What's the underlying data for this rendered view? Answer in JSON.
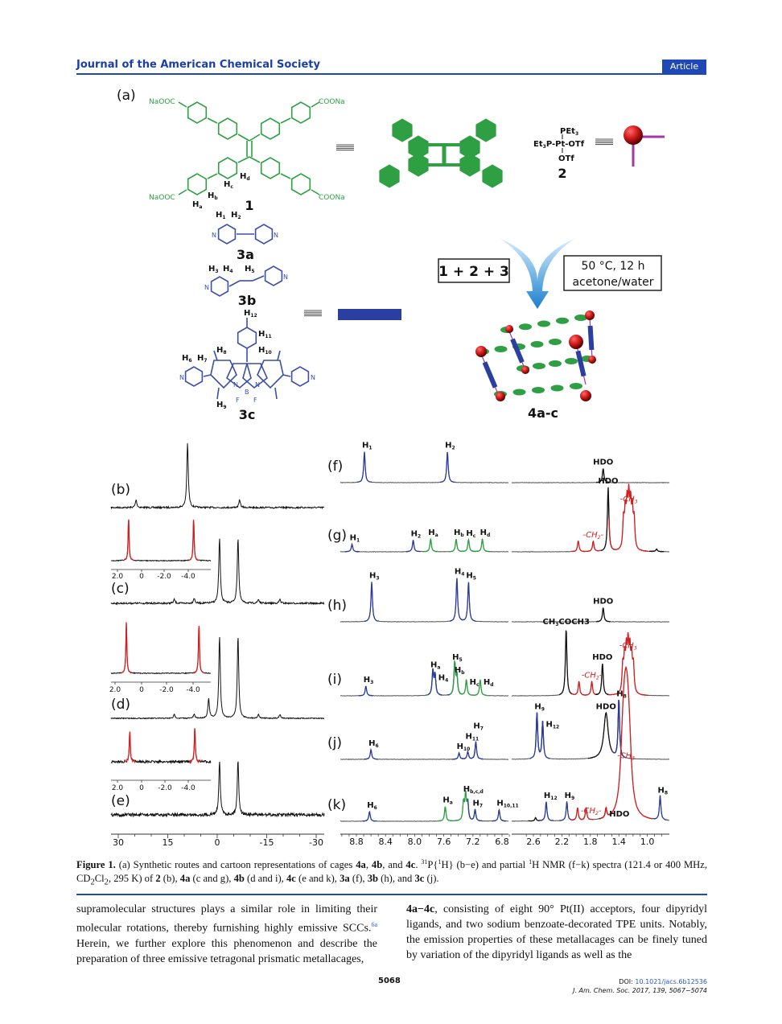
{
  "header": {
    "journal": "Journal of the American Chemical Society",
    "article_type": "Article"
  },
  "figure": {
    "panel_a": {
      "label": "(a)",
      "compound1": {
        "groups": [
          "NaOOC",
          "COONa",
          "NaOOC",
          "COONa"
        ],
        "protons": [
          {
            "t": "H",
            "s": "a"
          },
          {
            "t": "H",
            "s": "b"
          },
          {
            "t": "H",
            "s": "c"
          },
          {
            "t": "H",
            "s": "d"
          }
        ],
        "number": "1"
      },
      "compound2": {
        "line1": "PEt",
        "line1_sub": "3",
        "line2": "Et",
        "line2_sub": "3",
        "line2_rest": "P-Pt-OTf",
        "line3": "OTf",
        "number": "2"
      },
      "compound3a": {
        "protons": [
          {
            "t": "H",
            "s": "1"
          },
          {
            "t": "H",
            "s": "2"
          }
        ],
        "number": "3a",
        "atoms": [
          "N",
          "N"
        ]
      },
      "compound3b": {
        "protons": [
          {
            "t": "H",
            "s": "3"
          },
          {
            "t": "H",
            "s": "4"
          },
          {
            "t": "H",
            "s": "5"
          }
        ],
        "number": "3b",
        "atoms": [
          "N",
          "N"
        ]
      },
      "compound3c": {
        "protons": [
          {
            "t": "H",
            "s": "12"
          },
          {
            "t": "H",
            "s": "11"
          },
          {
            "t": "H",
            "s": "10"
          },
          {
            "t": "H",
            "s": "8"
          },
          {
            "t": "H",
            "s": "6"
          },
          {
            "t": "H",
            "s": "7"
          },
          {
            "t": "H",
            "s": "9"
          }
        ],
        "number": "3c",
        "atoms": [
          "N",
          "N",
          "N",
          "B",
          "N",
          "F",
          "F"
        ]
      },
      "reaction_box": "1 + 2 + 3",
      "conditions": [
        "50 °C, 12 h",
        "acetone/water"
      ],
      "product": "4a-c",
      "colors": {
        "tpe": "#2ea043",
        "pyridyl": "#3b4fa8",
        "pt": "#d41e1e",
        "linker": "#a03aa0",
        "arrow": "#2a8fd6"
      }
    },
    "p31_spectra": {
      "axis_ticks": [
        "30",
        "15",
        "0",
        "-15",
        "-30"
      ],
      "inset_ticks": [
        "2.0",
        "0",
        "-2.0",
        "-4.0"
      ],
      "traces": [
        {
          "label": "(b)",
          "peaks": [
            {
              "ppm": 9.0,
              "h": 1.0
            },
            {
              "ppm": 24.6,
              "h": 0.12
            },
            {
              "ppm": -6.8,
              "h": 0.12
            }
          ],
          "noise": 2
        },
        {
          "label": "(c)",
          "peaks": [
            {
              "ppm": -0.7,
              "h": 1.02
            },
            {
              "ppm": -6.3,
              "h": 1.02
            },
            {
              "ppm": 7,
              "h": 0.08
            },
            {
              "ppm": 13,
              "h": 0.06
            },
            {
              "ppm": -12.5,
              "h": 0.06
            },
            {
              "ppm": -19,
              "h": 0.06
            }
          ],
          "noise": 2,
          "inset": {
            "peaks": [
              {
                "ppm": 1.1,
                "h": 0.68,
                "color": "#d41e1e"
              },
              {
                "ppm": -4.4,
                "h": 0.68,
                "color": "#d41e1e"
              }
            ]
          }
        },
        {
          "label": "(d)",
          "peaks": [
            {
              "ppm": -0.7,
              "h": 1.28
            },
            {
              "ppm": -6.3,
              "h": 1.28
            },
            {
              "ppm": 2.6,
              "h": 0.3
            },
            {
              "ppm": 7,
              "h": 0.06
            },
            {
              "ppm": 13,
              "h": 0.06
            },
            {
              "ppm": -12.5,
              "h": 0.06
            },
            {
              "ppm": -19,
              "h": 0.06
            }
          ],
          "noise": 1.2,
          "inset": {
            "peaks": [
              {
                "ppm": 1.17,
                "h": 0.8,
                "color": "#d41e1e"
              },
              {
                "ppm": -4.4,
                "h": 0.8,
                "color": "#d41e1e"
              }
            ]
          }
        },
        {
          "label": "(e)",
          "peaks": [
            {
              "ppm": -0.7,
              "h": 0.85
            },
            {
              "ppm": -6.3,
              "h": 0.85
            }
          ],
          "noise": 4,
          "inset": {
            "peaks": [
              {
                "ppm": 1.0,
                "h": 0.5,
                "color": "#d41e1e"
              },
              {
                "ppm": -4.5,
                "h": 0.55,
                "color": "#d41e1e"
              }
            ]
          }
        }
      ]
    },
    "h1_spectra": {
      "axis_ticks_aromatic": [
        "8.8",
        "8.4",
        "8.0",
        "7.6",
        "7.2",
        "6.8"
      ],
      "axis_ticks_aliphatic": [
        "2.6",
        "2.2",
        "1.8",
        "1.4",
        "1.0"
      ],
      "traces": [
        {
          "label": "(f)",
          "peaks": [
            {
              "ppm": 8.69,
              "h": 0.48,
              "color": "#2b3a9e",
              "label": "H",
              "sub": "1"
            },
            {
              "ppm": 7.55,
              "h": 0.48,
              "color": "#2b3a9e",
              "label": "H",
              "sub": "2"
            },
            {
              "ppm": 1.62,
              "h": 0.22,
              "color": "#111111",
              "label": "HDO",
              "sub": ""
            }
          ]
        },
        {
          "label": "(g)",
          "peaks": [
            {
              "ppm": 8.86,
              "h": 0.12,
              "color": "#2b3a9e",
              "label": "H",
              "sub": "1"
            },
            {
              "ppm": 8.02,
              "h": 0.18,
              "color": "#2b3a9e",
              "label": "H",
              "sub": "2"
            },
            {
              "ppm": 7.78,
              "h": 0.2,
              "color": "#2ea043",
              "label": "H",
              "sub": "a"
            },
            {
              "ppm": 7.43,
              "h": 0.2,
              "color": "#2ea043",
              "label": "H",
              "sub": "b"
            },
            {
              "ppm": 7.26,
              "h": 0.19,
              "color": "#2ea043",
              "label": "H",
              "sub": "c"
            },
            {
              "ppm": 7.07,
              "h": 0.2,
              "color": "#2ea043",
              "label": "H",
              "sub": "d"
            },
            {
              "ppm": 1.97,
              "h": 0.17,
              "color": "#d41e1e",
              "label": "",
              "sub": ""
            },
            {
              "ppm": 1.76,
              "h": 0.16,
              "color": "#d41e1e",
              "label": "-CH",
              "sub": "2",
              "tail": "-",
              "italic": true
            },
            {
              "ppm": 1.55,
              "h": 1.0,
              "color": "#111111",
              "label": "HDO",
              "sub": ""
            },
            {
              "ppm": 1.26,
              "h": 0.72,
              "color": "#d41e1e",
              "label": "-CH",
              "sub": "3",
              "italic": true,
              "mult": 7
            },
            {
              "ppm": 0.87,
              "h": 0.04,
              "color": "#111111",
              "label": "",
              "sub": ""
            }
          ]
        },
        {
          "label": "(h)",
          "peaks": [
            {
              "ppm": 8.59,
              "h": 0.62,
              "color": "#2b3a9e",
              "label": "H",
              "sub": "3"
            },
            {
              "ppm": 7.42,
              "h": 0.68,
              "color": "#2b3a9e",
              "label": "H",
              "sub": "4"
            },
            {
              "ppm": 7.26,
              "h": 0.62,
              "color": "#2b3a9e",
              "label": "H",
              "sub": "5"
            },
            {
              "ppm": 1.62,
              "h": 0.22,
              "color": "#111111",
              "label": "HDO",
              "sub": ""
            }
          ]
        },
        {
          "label": "(i)",
          "peaks": [
            {
              "ppm": 8.67,
              "h": 0.15,
              "color": "#2b3a9e",
              "label": "H",
              "sub": "3"
            },
            {
              "ppm": 7.75,
              "h": 0.38,
              "color": "#2ea043",
              "label": "H",
              "sub": "a"
            },
            {
              "ppm": 7.72,
              "h": 0.32,
              "color": "#2b3a9e",
              "label": "H",
              "sub": "4"
            },
            {
              "ppm": 7.45,
              "h": 0.5,
              "color": "#2b3a9e",
              "label": "H",
              "sub": "5"
            },
            {
              "ppm": 7.42,
              "h": 0.3,
              "color": "#2ea043",
              "label": "H",
              "sub": "b"
            },
            {
              "ppm": 7.29,
              "h": 0.25,
              "color": "#2ea043",
              "label": "H",
              "sub": "c"
            },
            {
              "ppm": 7.1,
              "h": 0.25,
              "color": "#2ea043",
              "label": "H",
              "sub": "d"
            },
            {
              "ppm": 2.14,
              "h": 1.05,
              "color": "#111111",
              "label": "CH",
              "sub": "3",
              "tail": "COCH3"
            },
            {
              "ppm": 1.96,
              "h": 0.22,
              "color": "#d41e1e",
              "label": "",
              "sub": ""
            },
            {
              "ppm": 1.78,
              "h": 0.22,
              "color": "#d41e1e",
              "label": "-CH",
              "sub": "2",
              "tail": "-",
              "italic": true
            },
            {
              "ppm": 1.63,
              "h": 0.5,
              "color": "#111111",
              "label": "HDO",
              "sub": ""
            },
            {
              "ppm": 1.27,
              "h": 0.68,
              "color": "#d41e1e",
              "label": "-CH",
              "sub": "3",
              "italic": true,
              "mult": 7
            }
          ]
        },
        {
          "label": "(j)",
          "peaks": [
            {
              "ppm": 8.6,
              "h": 0.15,
              "color": "#2b3a9e",
              "label": "H",
              "sub": "6"
            },
            {
              "ppm": 7.39,
              "h": 0.1,
              "color": "#2b3a9e",
              "label": "H",
              "sub": "10"
            },
            {
              "ppm": 7.27,
              "h": 0.12,
              "color": "#2b3a9e",
              "label": "H",
              "sub": "11"
            },
            {
              "ppm": 7.16,
              "h": 0.28,
              "color": "#2b3a9e",
              "label": "H",
              "sub": "7"
            },
            {
              "ppm": 2.55,
              "h": 0.72,
              "color": "#2b3a9e",
              "label": "H",
              "sub": "9"
            },
            {
              "ppm": 2.47,
              "h": 0.58,
              "color": "#2b3a9e",
              "label": "H",
              "sub": "12"
            },
            {
              "ppm": 1.58,
              "h": 0.72,
              "color": "#111111",
              "label": "HDO",
              "sub": "",
              "broad": true
            },
            {
              "ppm": 1.4,
              "h": 0.92,
              "color": "#2b3a9e",
              "label": "H",
              "sub": "8"
            }
          ]
        },
        {
          "label": "(k)",
          "peaks": [
            {
              "ppm": 8.62,
              "h": 0.15,
              "color": "#2b3a9e",
              "label": "H",
              "sub": "6"
            },
            {
              "ppm": 7.58,
              "h": 0.23,
              "color": "#2ea043",
              "label": "H",
              "sub": "a"
            },
            {
              "ppm": 7.3,
              "h": 0.4,
              "color": "#2ea043",
              "label": "H",
              "sub": "b,c,d",
              "mult": 3
            },
            {
              "ppm": 7.17,
              "h": 0.18,
              "color": "#2b3a9e",
              "label": "H",
              "sub": "7"
            },
            {
              "ppm": 6.84,
              "h": 0.18,
              "color": "#2b3a9e",
              "label": "H",
              "sub": "10,11"
            },
            {
              "ppm": 2.57,
              "h": 0.05,
              "color": "#111111",
              "label": "",
              "sub": ""
            },
            {
              "ppm": 2.42,
              "h": 0.3,
              "color": "#2b3a9e",
              "label": "H",
              "sub": "12"
            },
            {
              "ppm": 2.13,
              "h": 0.3,
              "color": "#2b3a9e",
              "label": "H",
              "sub": "9"
            },
            {
              "ppm": 1.98,
              "h": 0.2,
              "color": "#d41e1e",
              "label": "-CH",
              "sub": "2",
              "tail": "-",
              "italic": true
            },
            {
              "ppm": 1.86,
              "h": 0.2,
              "color": "#d41e1e",
              "label": "",
              "sub": ""
            },
            {
              "ppm": 1.58,
              "h": 0.15,
              "color": "#111111",
              "label": "HDO",
              "sub": ""
            },
            {
              "ppm": 1.3,
              "h": 0.92,
              "color": "#d41e1e",
              "label": "-CH",
              "sub": "3",
              "italic": true,
              "mult": 5,
              "broad": true
            },
            {
              "ppm": 0.82,
              "h": 0.38,
              "color": "#2b3a9e",
              "label": "H",
              "sub": "8"
            }
          ]
        }
      ]
    }
  },
  "caption": {
    "label": "Figure 1.",
    "parts": [
      "(a) Synthetic routes and cartoon representations of cages ",
      "4a",
      ", ",
      "4b",
      ", and ",
      "4c",
      ". ",
      "31",
      "P{",
      "1",
      "H} (b−e) and partial ",
      "1",
      "H NMR (f−k) spectra (121.4 or 400 MHz, CD",
      "2",
      "Cl",
      "2",
      ", 295 K) of ",
      "2",
      " (b), ",
      "4a",
      " (c and g), ",
      "4b",
      " (d and i), ",
      "4c",
      " (e and k), ",
      "3a",
      " (f), ",
      "3b",
      " (h), and ",
      "3c",
      " (j)."
    ]
  },
  "body": {
    "left": [
      "supramolecular structures plays a similar role in limiting their molecular rotations, thereby furnishing highly emissive SCCs.",
      "6a",
      " Herein, we further explore this phenomenon and describe the preparation of three emissive tetragonal prismatic metallacages,"
    ],
    "right": [
      "4a−4c",
      ", consisting of eight 90° Pt(II) acceptors, four dipyridyl ligands, and two sodium benzoate-decorated TPE units. Notably, the emission properties of these metallacages can be finely tuned by variation of the dipyridyl ligands as well as the"
    ]
  },
  "footer": {
    "page": "5068",
    "doi_label": "DOI: ",
    "doi": "10.1021/jacs.6b12536",
    "citation": "J. Am. Chem. Soc. 2017, 139, 5067−5074"
  }
}
